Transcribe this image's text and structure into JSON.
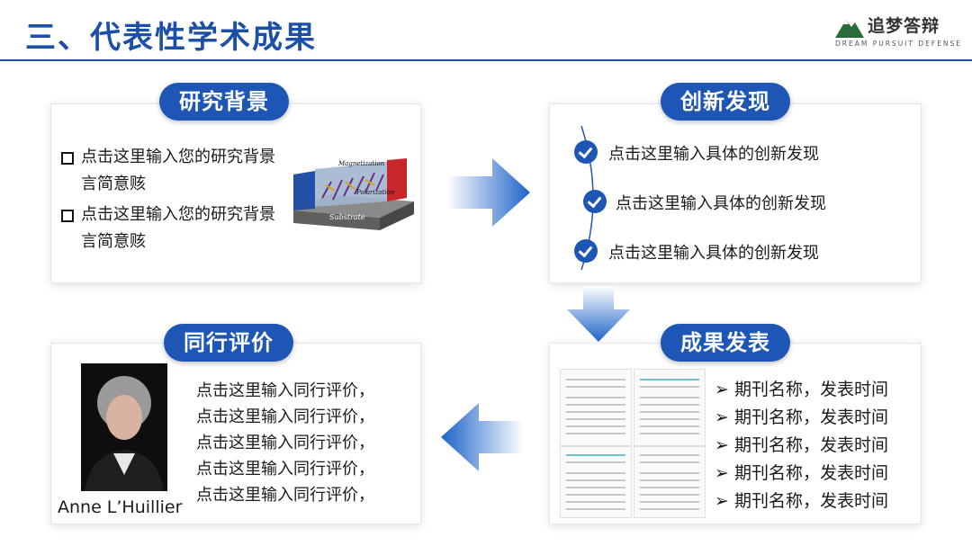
{
  "title": "三、代表性学术成果",
  "logo": {
    "main": "追梦答辩",
    "sub": "DREAM PURSUIT DEFENSE",
    "mark": "mountain-logo-icon"
  },
  "background": {
    "heading": "研究背景",
    "items": [
      "点击这里输入您的研究背景言简意赅",
      "点击这里输入您的研究背景言简意赅"
    ],
    "figure_labels": [
      "Magnetization",
      "Polarization",
      "Substrate"
    ]
  },
  "innovation": {
    "heading": "创新发现",
    "items": [
      "点击这里输入具体的创新发现",
      "点击这里输入具体的创新发现",
      "点击这里输入具体的创新发现"
    ]
  },
  "publications": {
    "heading": "成果发表",
    "items": [
      "期刊名称，发表时间",
      "期刊名称，发表时间",
      "期刊名称，发表时间",
      "期刊名称，发表时间",
      "期刊名称，发表时间"
    ]
  },
  "review": {
    "heading": "同行评价",
    "lines": [
      "点击这里输入同行评价，",
      "点击这里输入同行评价，",
      "点击这里输入同行评价，",
      "点击这里输入同行评价，",
      "点击这里输入同行评价，"
    ],
    "person_name": "Anne L’Huillier"
  },
  "colors": {
    "accent": "#1d56b5",
    "title": "#1b4fa8"
  }
}
